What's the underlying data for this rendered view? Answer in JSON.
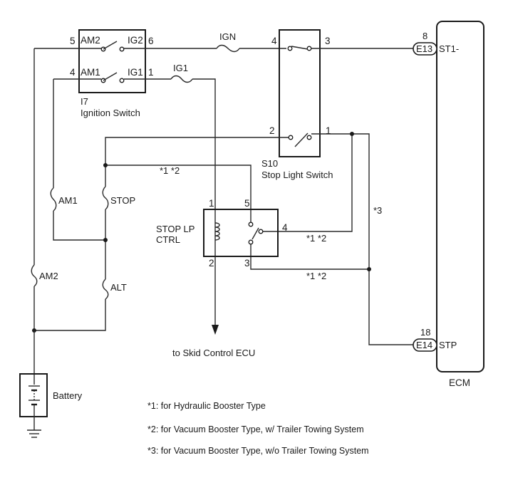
{
  "ignition_switch": {
    "ref": "I7",
    "name": "Ignition Switch",
    "terminals": {
      "am2": "AM2",
      "ig2": "IG2",
      "am1": "AM1",
      "ig1": "IG1"
    },
    "pins": {
      "am2": "5",
      "ig2": "6",
      "am1": "4",
      "ig1": "1"
    }
  },
  "stop_light_switch": {
    "ref": "S10",
    "name": "Stop Light Switch",
    "pins": {
      "p4": "4",
      "p3": "3",
      "p2": "2",
      "p1": "1"
    }
  },
  "relay": {
    "name_line1": "STOP LP",
    "name_line2": "CTRL",
    "pins": {
      "p1": "1",
      "p5": "5",
      "p4": "4",
      "p2": "2",
      "p3": "3"
    }
  },
  "fuses": {
    "ign": "IGN",
    "ig1": "IG1",
    "am1": "AM1",
    "stop": "STOP",
    "am2": "AM2",
    "alt": "ALT"
  },
  "ecm": {
    "name": "ECM",
    "connectors": {
      "e13": {
        "id": "E13",
        "pin": "8",
        "signal": "ST1-"
      },
      "e14": {
        "id": "E14",
        "pin": "18",
        "signal": "STP"
      }
    }
  },
  "wire_notes": {
    "n12a": "*1 *2",
    "n12b": "*1 *2",
    "n12c": "*1 *2",
    "n3": "*3"
  },
  "battery": "Battery",
  "output_label": "to Skid Control ECU",
  "footnotes": [
    "*1: for Hydraulic Booster Type",
    "*2: for Vacuum Booster Type, w/ Trailer Towing System",
    "*3: for Vacuum Booster Type, w/o Trailer Towing System"
  ]
}
